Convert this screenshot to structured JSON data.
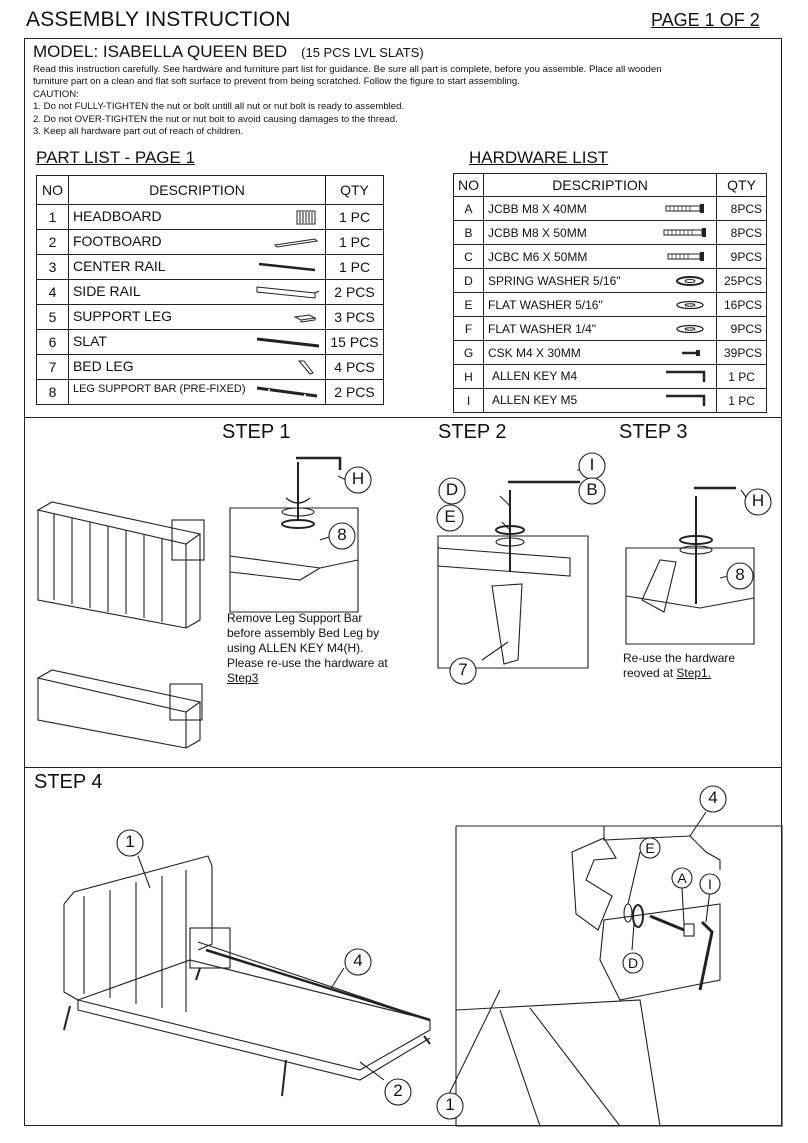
{
  "header": {
    "title": "ASSEMBLY INSTRUCTION",
    "page": "PAGE 1 OF 2"
  },
  "model": {
    "label": "MODEL:  ISABELLA QUEEN BED",
    "slats": "(15 PCS LVL SLATS)"
  },
  "intro": {
    "line1": "Read this instruction carefully. See hardware and furniture part list for guidance. Be sure all part is complete, before you assemble. Place all wooden",
    "line2": "furniture part on a clean and flat soft surface to prevent from being scratched. Follow the figure to start assembling.",
    "caution": "CAUTION:",
    "c1": "1. Do not FULLY-TIGHTEN the nut or bolt untill all nut or nut bolt is ready to assembled.",
    "c2": "2. Do not OVER-TIGHTEN the nut or nut bolt to avoid causing damages to the thread.",
    "c3": "3. Keep all hardware part out of reach of children."
  },
  "parts": {
    "title": "PART LIST - PAGE 1",
    "headers": [
      "NO",
      "DESCRIPTION",
      "QTY"
    ],
    "rows": [
      {
        "no": "1",
        "desc": "HEADBOARD",
        "qty": "1 PC",
        "icon": "headboard-icon"
      },
      {
        "no": "2",
        "desc": "FOOTBOARD",
        "qty": "1 PC",
        "icon": "footboard-icon"
      },
      {
        "no": "3",
        "desc": "CENTER RAIL",
        "qty": "1 PC",
        "icon": "center-rail-icon"
      },
      {
        "no": "4",
        "desc": "SIDE RAIL",
        "qty": "2 PCS",
        "icon": "side-rail-icon"
      },
      {
        "no": "5",
        "desc": "SUPPORT LEG",
        "qty": "3 PCS",
        "icon": "support-leg-icon"
      },
      {
        "no": "6",
        "desc": "SLAT",
        "qty": "15 PCS",
        "icon": "slat-icon"
      },
      {
        "no": "7",
        "desc": "BED LEG",
        "qty": "4 PCS",
        "icon": "bed-leg-icon"
      },
      {
        "no": "8",
        "desc": "LEG SUPPORT BAR (PRE-FIXED)",
        "qty": "2 PCS",
        "icon": "leg-support-bar-icon"
      }
    ]
  },
  "hardware": {
    "title": "HARDWARE LIST",
    "headers": [
      "NO",
      "DESCRIPTION",
      "QTY"
    ],
    "rows": [
      {
        "no": "A",
        "desc": "JCBB M8 X 40MM",
        "qty": "8PCS",
        "icon": "bolt-icon"
      },
      {
        "no": "B",
        "desc": "JCBB M8 X 50MM",
        "qty": "8PCS",
        "icon": "bolt-icon"
      },
      {
        "no": "C",
        "desc": "JCBC M6 X 50MM",
        "qty": "9PCS",
        "icon": "bolt-icon"
      },
      {
        "no": "D",
        "desc": "SPRING WASHER 5/16\"",
        "qty": "25PCS",
        "icon": "spring-washer-icon"
      },
      {
        "no": "E",
        "desc": "FLAT WASHER 5/16\"",
        "qty": "16PCS",
        "icon": "flat-washer-icon"
      },
      {
        "no": "F",
        "desc": "FLAT WASHER 1/4\"",
        "qty": "9PCS",
        "icon": "flat-washer-icon"
      },
      {
        "no": "G",
        "desc": "CSK M4 X 30MM",
        "qty": "39PCS",
        "icon": "screw-icon"
      },
      {
        "no": "H",
        "desc": "ALLEN KEY M4",
        "qty": "1 PC",
        "icon": "allen-key-icon"
      },
      {
        "no": "I",
        "desc": "ALLEN KEY M5",
        "qty": "1 PC",
        "icon": "allen-key-icon"
      }
    ]
  },
  "steps": {
    "s1": {
      "label": "STEP 1",
      "note1": "Remove Leg Support Bar",
      "note2": "before assembly Bed Leg by",
      "note3": "using ALLEN KEY M4(H).",
      "note4": "Please re-use the hardware at",
      "note5": "Step3"
    },
    "s2": {
      "label": "STEP 2"
    },
    "s3": {
      "label": "STEP 3",
      "note1": "Re-use the hardware",
      "note2a": "reoved at ",
      "note2b": "Step1."
    },
    "s4": {
      "label": "STEP 4"
    }
  },
  "callouts": {
    "h": "H",
    "i": "I",
    "b": "B",
    "d": "D",
    "e": "E",
    "a": "A",
    "n1": "1",
    "n2": "2",
    "n4": "4",
    "n7": "7",
    "n8": "8"
  }
}
